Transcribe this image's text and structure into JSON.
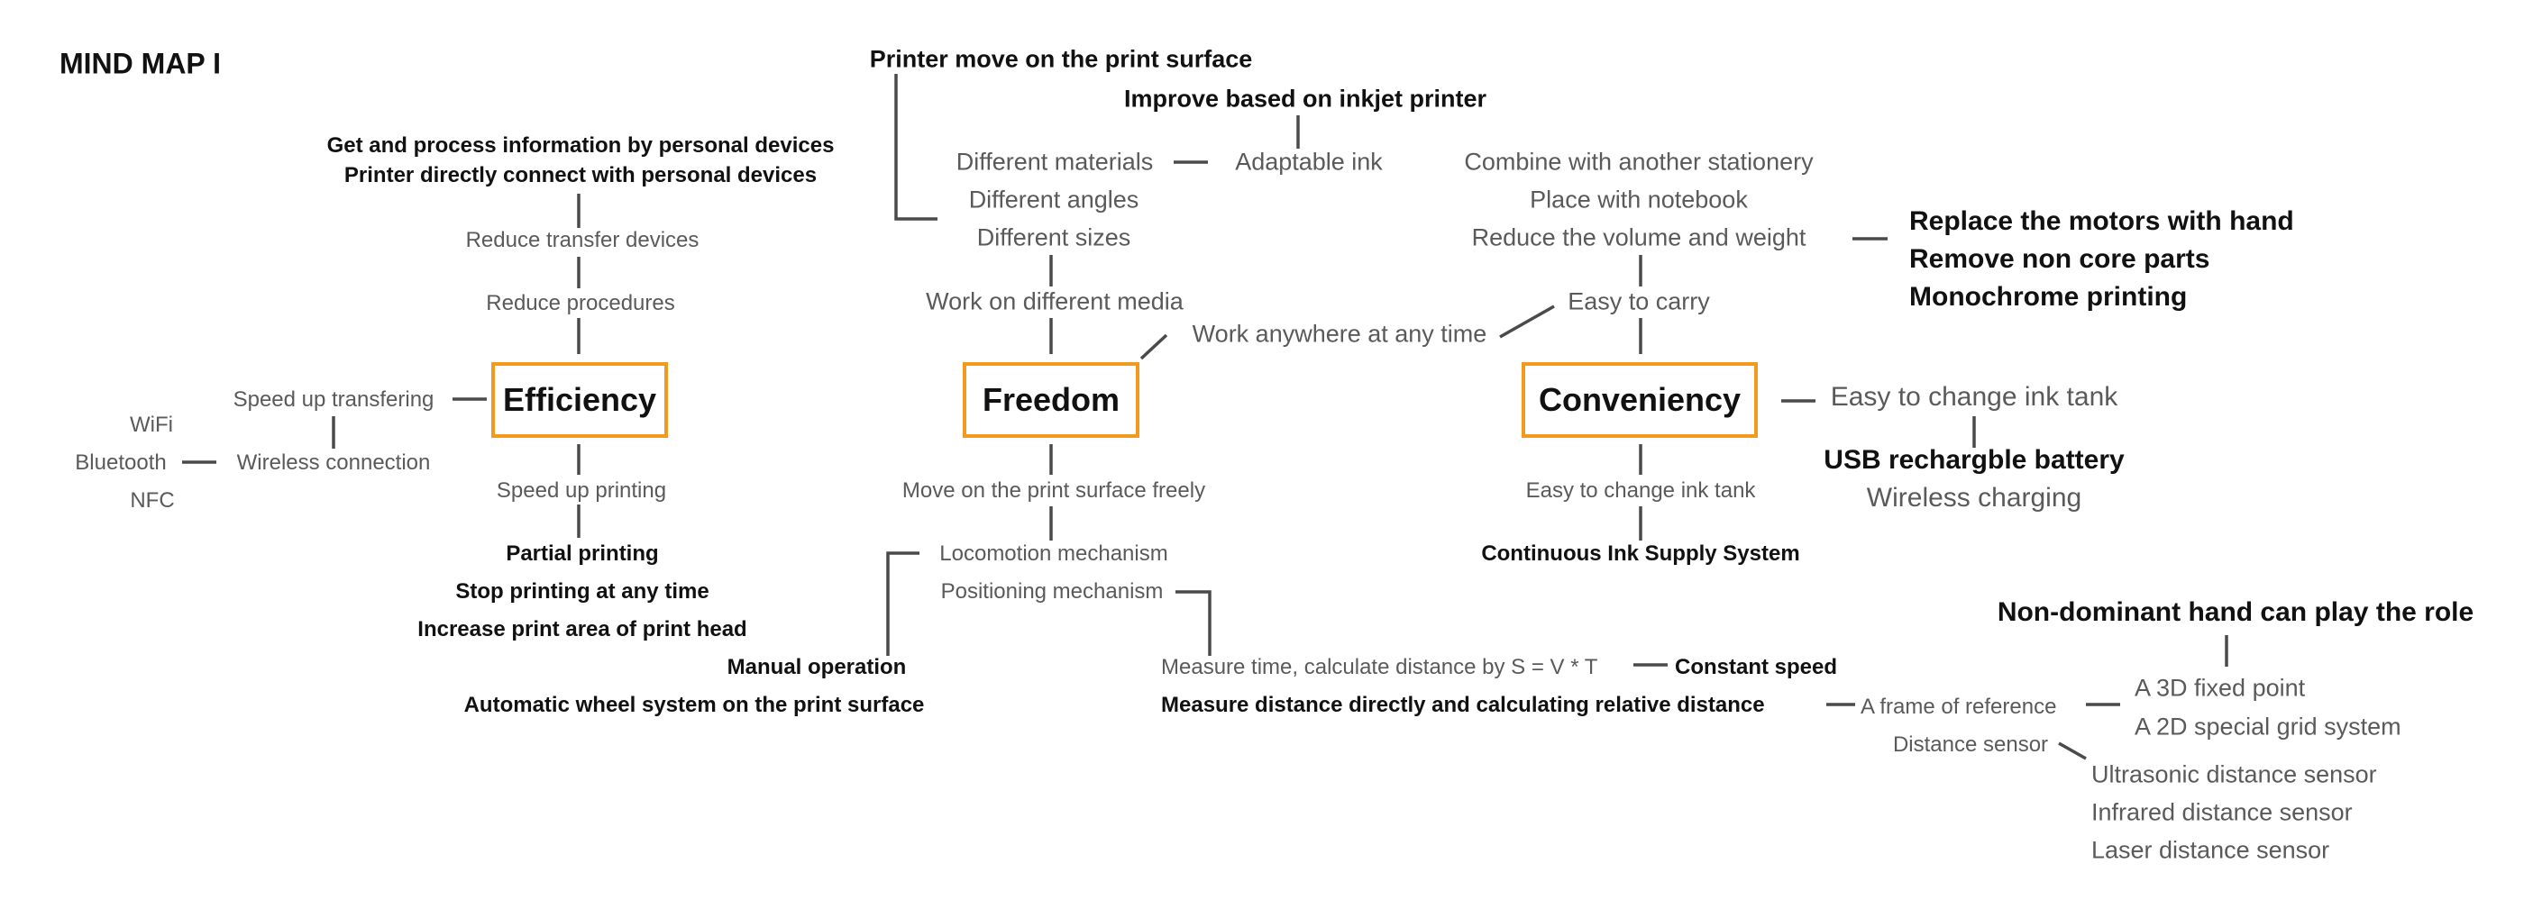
{
  "title": "MIND MAP  I",
  "hubs": {
    "efficiency": "Efficiency",
    "freedom": "Freedom",
    "conveniency": "Conveniency"
  },
  "efficiency": {
    "get_process": "Get and process information by personal devices",
    "direct_connect": "Printer directly connect with personal devices",
    "reduce_transfer": "Reduce transfer devices",
    "reduce_procedures": "Reduce procedures",
    "speed_transfer": "Speed up transfering",
    "wireless": "Wireless connection",
    "wifi": "WiFi",
    "bluetooth": "Bluetooth",
    "nfc": "NFC",
    "speed_printing": "Speed up printing",
    "partial": "Partial printing",
    "stop": "Stop printing at any time",
    "increase_area": "Increase print area of print head"
  },
  "freedom": {
    "move_surface": "Printer move on the print surface",
    "improve_inkjet": "Improve based on inkjet printer",
    "materials": "Different materials",
    "adaptable_ink": "Adaptable ink",
    "angles": "Different angles",
    "sizes": "Different sizes",
    "media": "Work on different media",
    "anywhere": "Work anywhere at any time",
    "move_freely": "Move on the print surface freely",
    "locomotion": "Locomotion mechanism",
    "positioning": "Positioning mechanism",
    "manual": "Manual operation",
    "wheel": "Automatic wheel system on the print surface",
    "measure_time": "Measure time, calculate distance by S = V * T",
    "constant_speed": "Constant speed",
    "measure_distance": "Measure distance directly and calculating relative distance",
    "frame_ref": "A frame of reference",
    "distance_sensor": "Distance sensor",
    "nondominant": "Non-dominant hand can play the role",
    "fixed_3d": "A 3D fixed point",
    "grid_2d": "A 2D special grid system",
    "ultrasonic": "Ultrasonic distance sensor",
    "infrared": "Infrared distance sensor",
    "laser": "Laser distance sensor"
  },
  "conveniency": {
    "combine": "Combine with another stationery",
    "notebook": "Place with notebook",
    "reduce_volume": "Reduce the volume and weight",
    "easy_carry": "Easy to carry",
    "replace_motors": "Replace the motors with hand",
    "remove_parts": "Remove non core parts",
    "monochrome": "Monochrome printing",
    "easy_ink_right": "Easy to change ink tank",
    "usb_battery": "USB rechargble battery",
    "wireless_charging": "Wireless charging",
    "easy_ink_below": "Easy to change ink tank",
    "ciss": "Continuous Ink Supply System"
  },
  "colors": {
    "hub_border": "#f39a1e",
    "line": "#4a4a4a",
    "text_gray": "#5a5a5a",
    "text_dark": "#111111"
  }
}
